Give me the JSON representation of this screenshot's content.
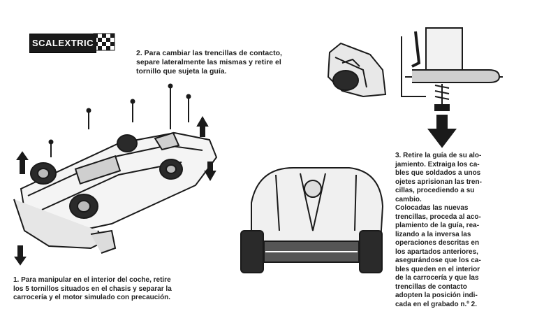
{
  "brand": {
    "logo_text": "SCALEXTRIC"
  },
  "step2": {
    "lines": [
      "2. Para cambiar las trencillas de contacto,",
      "separe lateralmente las mismas y retire el",
      "tornillo que sujeta la guía."
    ]
  },
  "step1": {
    "lines": [
      "1. Para manipular en el interior del coche, retire",
      "los 5 tornillos situados en el chasis y separar la",
      "carrocería y el motor simulado con precaución."
    ]
  },
  "step3": {
    "lines": [
      "3. Retire la guía de su alo-",
      "jamiento. Extraiga los ca-",
      "bles que soldados a unos",
      "ojetes aprisionan las tren-",
      "cillas, procediendo a su",
      "cambio.",
      "Colocadas las nuevas",
      "trencillas, proceda al aco-",
      "plamiento de la guía, rea-",
      "lizando a la inversa las",
      "operaciones descritas en",
      "los apartados anteriores,",
      "asegurándose que los ca-",
      "bles queden en el interior",
      "de la carrocería y que las",
      "trencillas de contacto",
      "adopten la posición indi-",
      "cada en el grabado n.º 2."
    ]
  },
  "colors": {
    "ink": "#1a1a1a",
    "paper": "#ffffff",
    "logo_bg": "#1a1a1a"
  }
}
